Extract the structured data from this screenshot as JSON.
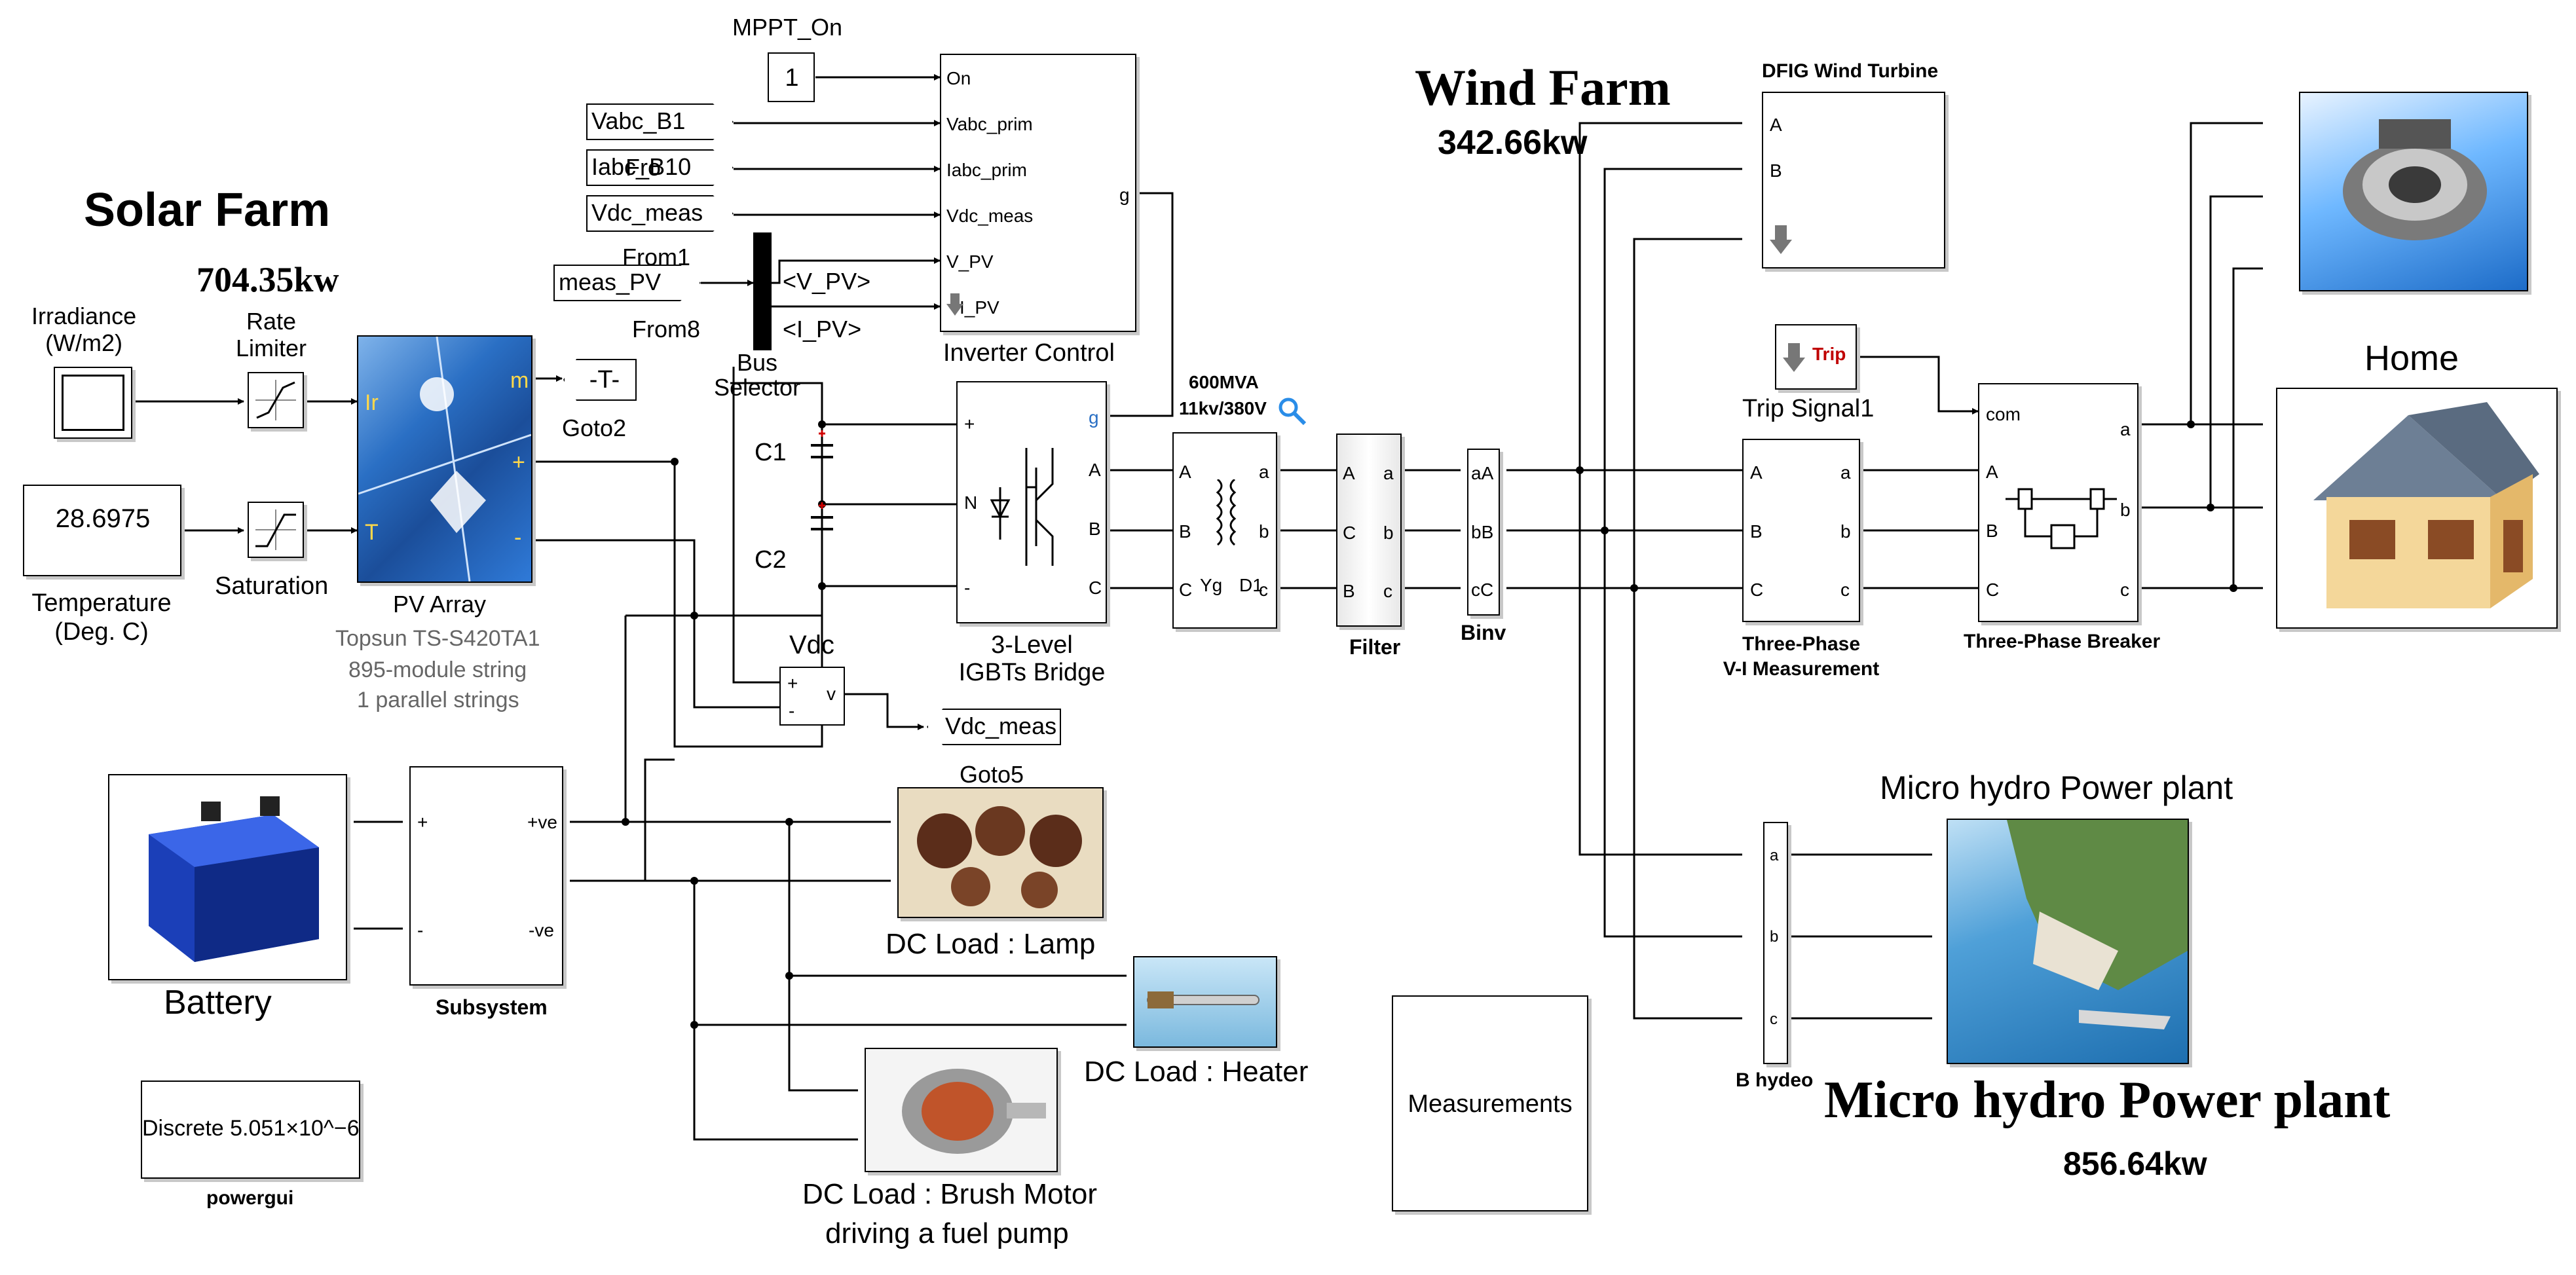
{
  "titles": {
    "solar_farm": "Solar Farm",
    "solar_power": "704.35kw",
    "wind_farm": "Wind Farm",
    "wind_power": "342.66kw",
    "hydro_title_top": "Micro hydro Power plant",
    "hydro_title_big": "Micro hydro Power plant",
    "hydro_power": "856.64kw",
    "home": "Home"
  },
  "sources": {
    "irradiance_label": "Irradiance\n(W/m2)",
    "rate_limiter_label": "Rate\nLimiter",
    "temperature_value": "28.6975",
    "temperature_label": "Temperature\n(Deg. C)",
    "saturation_label": "Saturation"
  },
  "pv_array": {
    "label": "PV Array",
    "desc1": "Topsun TS-S420TA1",
    "desc2": "895-module string",
    "desc3": "1 parallel strings",
    "port_ir": "Ir",
    "port_t": "T",
    "port_m": "m",
    "port_plus": "+",
    "port_minus": "-",
    "goto2_tag": "-T-",
    "goto2_label": "Goto2"
  },
  "mppt": {
    "label": "MPPT_On",
    "const_value": "1"
  },
  "from_tags": {
    "vabc": "Vabc_B1",
    "iabc": "Iabc_B10",
    "vdc": "Vdc_meas",
    "meas_pv": "meas_PV",
    "from1_label": "From1",
    "from8_label": "From8",
    "overlap_fragment": "Fro"
  },
  "inverter_control": {
    "label": "Inverter Control",
    "ports": [
      "On",
      "Vabc_prim",
      "Iabc_prim",
      "Vdc_meas",
      "V_PV",
      "I_PV"
    ],
    "out_port": "g"
  },
  "bus_selector": {
    "label": "Bus\nSelector",
    "out1": "<V_PV>",
    "out2": "<I_PV>"
  },
  "caps": {
    "c1": "C1",
    "c2": "C2"
  },
  "igbt": {
    "label": "3-Level\nIGBTs Bridge",
    "port_plus": "+",
    "port_n": "N",
    "port_minus": "-",
    "port_g": "g",
    "port_a": "A",
    "port_b": "B",
    "port_c": "C"
  },
  "vdc": {
    "label": "Vdc",
    "plus": "+",
    "minus": "-",
    "out": "v",
    "goto5_tag": "Vdc_meas",
    "goto5_label": "Goto5"
  },
  "transformer": {
    "rating1": "600MVA",
    "rating2": "11kv/380V",
    "ports_left": [
      "A",
      "B",
      "C"
    ],
    "ports_right": [
      "a",
      "b",
      "c"
    ],
    "yg": "Yg",
    "d1": "D1"
  },
  "filter": {
    "label": "Filter",
    "ports_left": [
      "A",
      "C",
      "B"
    ],
    "ports_right": [
      "a",
      "b",
      "c"
    ]
  },
  "binv": {
    "label": "Binv",
    "ports_left": [
      "a",
      "b",
      "c"
    ],
    "ports_right": [
      "A",
      "B",
      "C"
    ]
  },
  "dfig": {
    "label": "DFIG Wind Turbine",
    "ports": [
      "A",
      "B"
    ]
  },
  "trip": {
    "tag": "Trip",
    "label": "Trip Signal1"
  },
  "vi_meas": {
    "label": "Three-Phase\nV-I Measurement",
    "ports_left": [
      "A",
      "B",
      "C"
    ],
    "ports_right": [
      "a",
      "b",
      "c"
    ]
  },
  "breaker": {
    "label": "Three-Phase Breaker",
    "port_com": "com",
    "ports_left": [
      "A",
      "B",
      "C"
    ],
    "ports_right": [
      "a",
      "b",
      "c"
    ]
  },
  "battery": {
    "label": "Battery"
  },
  "subsystem": {
    "label": "Subsystem",
    "port_plus": "+",
    "port_minus": "-",
    "out_pos": "+ve",
    "out_neg": "-ve"
  },
  "dc_loads": {
    "lamp": "DC Load :  Lamp",
    "heater": "DC Load :  Heater",
    "motor1": "DC Load :  Brush Motor",
    "motor2": "driving a fuel pump"
  },
  "powergui": {
    "value": "Discrete 5.051×10^−6",
    "label": "powergui"
  },
  "measurements": {
    "label": "Measurements"
  },
  "b_hydeo": {
    "label": "B hydeo",
    "ports": [
      "a",
      "b",
      "c"
    ]
  },
  "colors": {
    "wire": "#000000",
    "port_text": "#2d2d2d",
    "trip_red": "#c00000",
    "pv_blue": "#2a6fc4",
    "cap_red": "#d00000"
  }
}
